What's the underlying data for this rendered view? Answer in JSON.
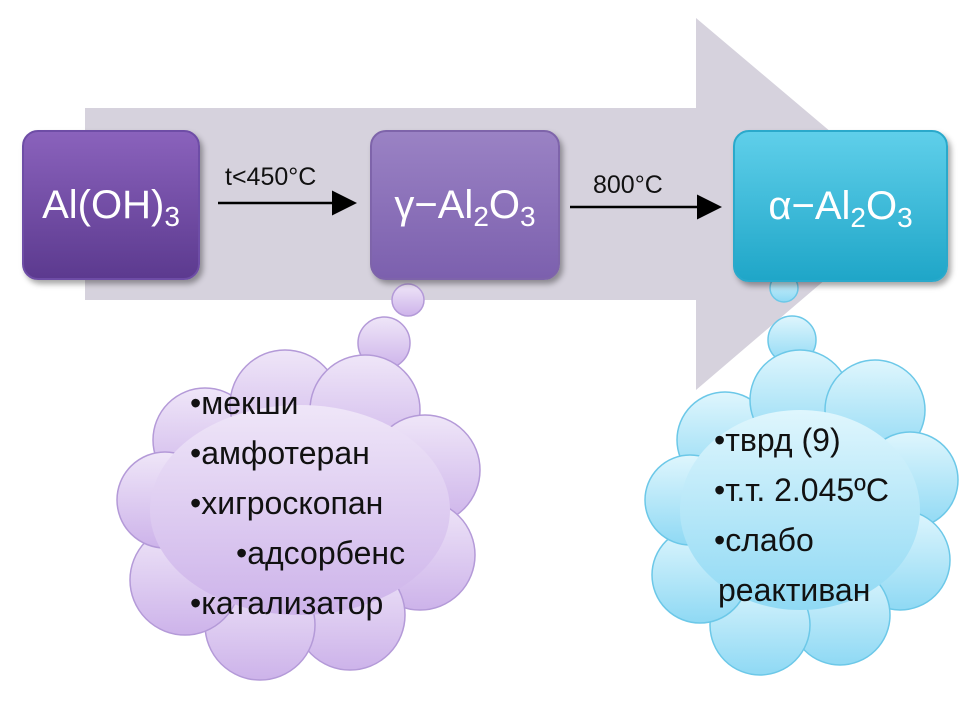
{
  "stages": {
    "first": {
      "base": "Al(OH)",
      "sub": "3"
    },
    "second": {
      "prefix": "γ−Al",
      "sub1": "2",
      "mid": "O",
      "sub2": "3"
    },
    "third": {
      "prefix": "α−Al",
      "sub1": "2",
      "mid": "O",
      "sub2": "3"
    }
  },
  "conditions": {
    "step1": "t<450°C",
    "step2": "800°C"
  },
  "gamma_properties": [
    "мекши",
    "амфотеран",
    "хигроскопан",
    "адсорбенс",
    "катализатор"
  ],
  "alpha_properties": [
    "тврд (9)",
    "т.т. 2.045ºC",
    "слабо",
    "реактиван"
  ],
  "colors": {
    "big_arrow": "#d6d2dd",
    "box_purple": "#6e4aa0",
    "box_violet": "#8a6fb8",
    "box_cyan": "#33b8d8",
    "cloud_lavender": "#d8c6ee",
    "cloud_cyan": "#a6e2f7"
  }
}
